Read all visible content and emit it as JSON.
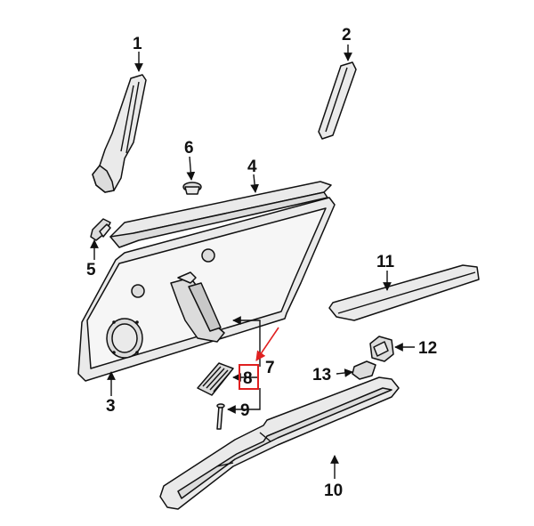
{
  "callouts": {
    "c1": "1",
    "c2": "2",
    "c3": "3",
    "c4": "4",
    "c5": "5",
    "c6": "6",
    "c7": "7",
    "c8": "8",
    "c9": "9",
    "c10": "10",
    "c11": "11",
    "c12": "12",
    "c13": "13"
  },
  "colors": {
    "highlight": "#e02020",
    "line": "#111111",
    "part_fill": "#e6e6e6"
  },
  "highlighted_callout": "8"
}
